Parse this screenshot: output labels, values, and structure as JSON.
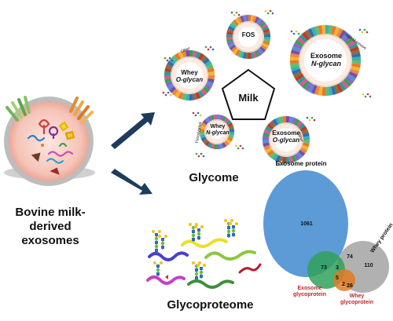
{
  "source": {
    "title_line1": "Bovine milk-derived",
    "title_line2": "exosomes"
  },
  "glycome": {
    "title": "Glycome",
    "center_label": "Milk",
    "rings": {
      "fos": {
        "label": "FOS"
      },
      "whey_o": {
        "label_line1": "Whey",
        "label_line2": "O-glycan",
        "segment_label": "Other"
      },
      "exo_n": {
        "label_line1": "Exosome",
        "label_line2": "N-glycan",
        "segment_label": "High Mannose"
      },
      "whey_n": {
        "label_line1": "Whey",
        "label_line2": "N-glycan",
        "segment_label": "Fucosylated"
      },
      "exo_o": {
        "label_line1": "Exosome",
        "label_line2": "O-glycan",
        "segment_label": "Other"
      }
    },
    "colors": {
      "blue": "#2f6db5",
      "orange": "#e8782a",
      "purple": "#7b4ea3",
      "green": "#3aa24a",
      "red": "#c0392b",
      "teal": "#3bb0b0"
    }
  },
  "glycoproteome": {
    "title": "Glycoproteome"
  },
  "venn": {
    "title": "Exosome protein",
    "sets": [
      {
        "name": "Exosome protein",
        "color": "#4e93d2"
      },
      {
        "name": "Whey protein",
        "color": "#8f8f8f"
      },
      {
        "name": "Exosome glycoprotein",
        "color": "#3aa65a"
      },
      {
        "name": "Whey glycoprotein",
        "color": "#e07b26"
      }
    ],
    "labels": {
      "whey_protein": "Whey protein",
      "exo_glyco_line1": "Exosome",
      "exo_glyco_line2": "glycoprotein",
      "whey_glyco_line1": "Whey",
      "whey_glyco_line2": "glycoprotein"
    },
    "counts": [
      "1061",
      "74",
      "110",
      "73",
      "3",
      "5",
      "2",
      "26"
    ]
  }
}
